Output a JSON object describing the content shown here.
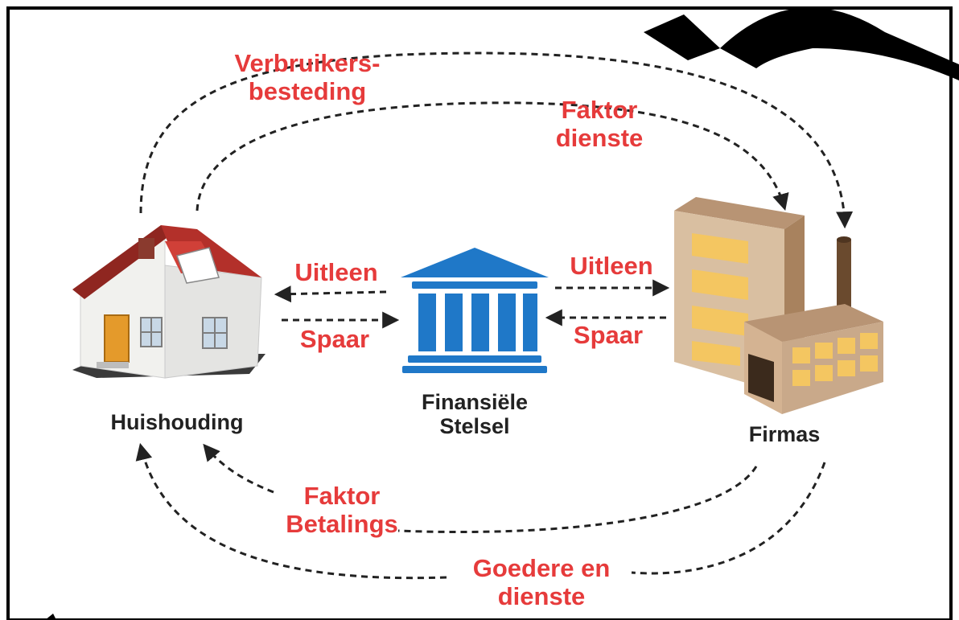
{
  "colors": {
    "label_red": "#e63b3b",
    "label_black": "#222222",
    "arrow": "#222222",
    "bank_blue": "#1f78c8",
    "house_roof": "#b3302a",
    "building": "#c9a98a",
    "window_yellow": "#f4c661"
  },
  "nodes": {
    "household": {
      "label": "Huishouding",
      "icon": "house-icon"
    },
    "financial": {
      "label_line1": "Finansiële",
      "label_line2": "Stelsel",
      "icon": "bank-icon"
    },
    "firms": {
      "label": "Firmas",
      "icon": "factory-icon"
    }
  },
  "flows": {
    "consumer_spending": {
      "line1": "Verbruikers-",
      "line2": "besteding"
    },
    "factor_services": {
      "line1": "Faktor",
      "line2": "dienste"
    },
    "loan_left": "Uitleen",
    "save_left": "Spaar",
    "loan_right": "Uitleen",
    "save_right": "Spaar",
    "factor_payments": {
      "line1": "Faktor",
      "line2": "Betalings"
    },
    "goods_services": {
      "line1": "Goedere en",
      "line2": "dienste"
    }
  }
}
